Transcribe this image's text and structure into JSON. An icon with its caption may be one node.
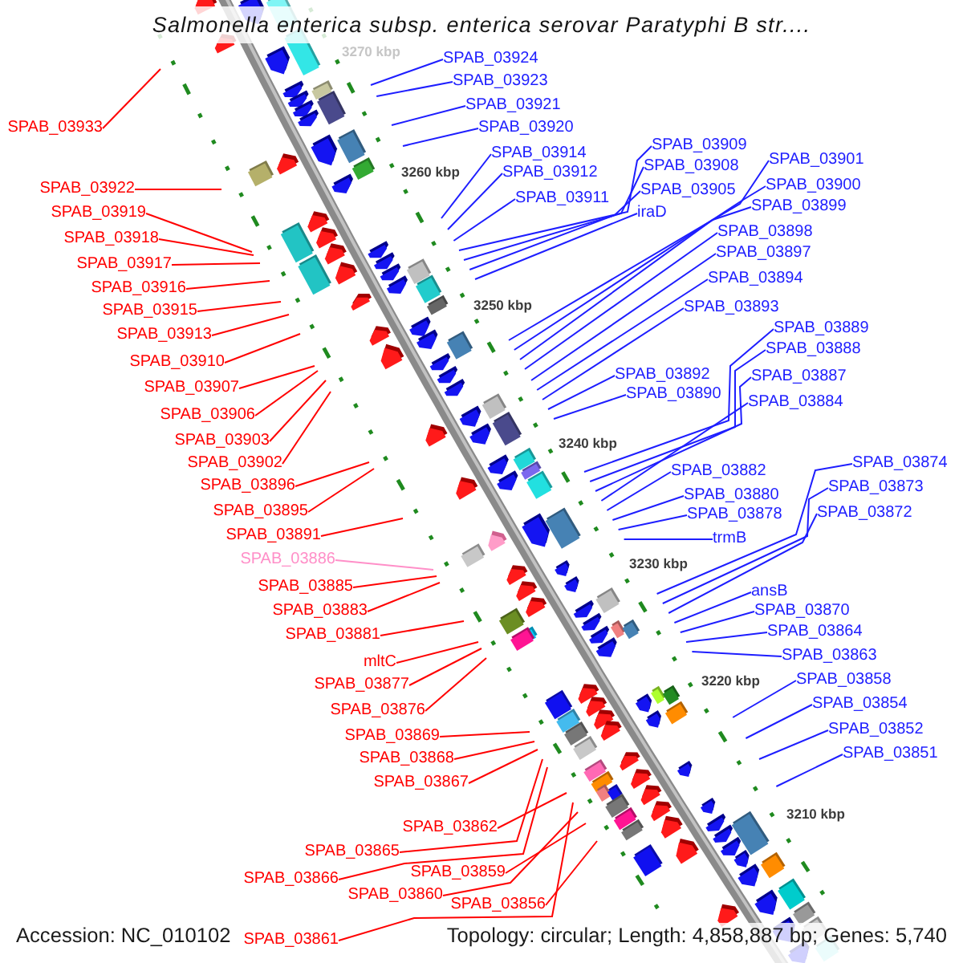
{
  "diagram": {
    "title": "Salmonella enterica subsp. enterica serovar Paratyphi B str....",
    "nodes": [
      {
        "text": [
          "SPAB_03924"
        ]
      },
      {
        "text": [
          "SPAB_03923"
        ]
      },
      {
        "text": [
          "SPAB_03921"
        ]
      },
      {
        "text": [
          "SPAB_03933"
        ]
      },
      {
        "text": [
          "SPAB_03920"
        ]
      },
      {
        "text": [
          "SPAB_03909"
        ]
      },
      {
        "text": [
          "SPAB_03914"
        ]
      },
      {
        "text": [
          "SPAB_03901"
        ]
      },
      {
        "text": [
          "SPAB_03908"
        ]
      },
      {
        "text": [
          "SPAB_03912"
        ]
      },
      {
        "text": [
          "SPAB_03900"
        ]
      },
      {
        "text": [
          "SPAB_03922"
        ]
      },
      {
        "text": [
          "SPAB_03905"
        ]
      },
      {
        "text": [
          "SPAB_03911"
        ]
      },
      {
        "text": [
          "SPAB_03899"
        ]
      },
      {
        "text": [
          "SPAB_03919"
        ]
      },
      {
        "text": [
          "iraD"
        ]
      },
      {
        "text": [
          "SPAB_03898"
        ]
      },
      {
        "text": [
          "SPAB_03918"
        ]
      },
      {
        "text": [
          "SPAB_03897"
        ]
      },
      {
        "text": [
          "SPAB_03917"
        ]
      },
      {
        "text": [
          "SPAB_03894"
        ]
      },
      {
        "text": [
          "SPAB_03916"
        ]
      },
      {
        "text": [
          "SPAB_03893"
        ]
      },
      {
        "text": [
          "SPAB_03915"
        ]
      },
      {
        "text": [
          "SPAB_03889"
        ]
      },
      {
        "text": [
          "SPAB_03913"
        ]
      },
      {
        "text": [
          "SPAB_03888"
        ]
      },
      {
        "text": [
          "SPAB_03910"
        ]
      },
      {
        "text": [
          "SPAB_03892"
        ]
      },
      {
        "text": [
          "SPAB_03887"
        ]
      },
      {
        "text": [
          "SPAB_03907"
        ]
      },
      {
        "text": [
          "SPAB_03890"
        ]
      },
      {
        "text": [
          "SPAB_03884"
        ]
      },
      {
        "text": [
          "SPAB_03906"
        ]
      },
      {
        "text": [
          "SPAB_03903"
        ]
      },
      {
        "text": [
          "SPAB_03902"
        ]
      },
      {
        "text": [
          "SPAB_03874"
        ]
      },
      {
        "text": [
          "SPAB_03882"
        ]
      },
      {
        "text": [
          "SPAB_03896"
        ]
      },
      {
        "text": [
          "SPAB_03873"
        ]
      },
      {
        "text": [
          "SPAB_03880"
        ]
      },
      {
        "text": [
          "SPAB_03895"
        ]
      },
      {
        "text": [
          "SPAB_03872"
        ]
      },
      {
        "text": [
          "SPAB_03878"
        ]
      },
      {
        "text": [
          "SPAB_03891"
        ]
      },
      {
        "text": [
          "trmB"
        ]
      },
      {
        "text": [
          "SPAB_03886"
        ]
      },
      {
        "text": [
          "SPAB_03885"
        ]
      },
      {
        "text": [
          "ansB"
        ]
      },
      {
        "text": [
          "SPAB_03883"
        ]
      },
      {
        "text": [
          "SPAB_03870"
        ]
      },
      {
        "text": [
          "SPAB_03864"
        ]
      },
      {
        "text": [
          "SPAB_03881"
        ]
      },
      {
        "text": [
          "SPAB_03863"
        ]
      },
      {
        "text": [
          "mltC"
        ]
      },
      {
        "text": [
          "SPAB_03858"
        ]
      },
      {
        "text": [
          "SPAB_03877"
        ]
      },
      {
        "text": [
          "SPAB_03854"
        ]
      },
      {
        "text": [
          "SPAB_03876"
        ]
      },
      {
        "text": [
          "SPAB_03852"
        ]
      },
      {
        "text": [
          "SPAB_03869"
        ]
      },
      {
        "text": [
          "SPAB_03851"
        ]
      },
      {
        "text": [
          "SPAB_03868"
        ]
      },
      {
        "text": [
          "SPAB_03867"
        ]
      },
      {
        "text": [
          "SPAB_03862"
        ]
      },
      {
        "text": [
          "SPAB_03865"
        ]
      },
      {
        "text": [
          "SPAB_03859"
        ]
      },
      {
        "text": [
          "SPAB_03866"
        ]
      },
      {
        "text": [
          "SPAB_03860"
        ]
      },
      {
        "text": [
          "SPAB_03856"
        ]
      },
      {
        "text": [
          "SPAB_03861"
        ]
      }
    ],
    "edges": [
      {
        "from": 0,
        "to": null,
        "arrow": "none"
      },
      {
        "from": 1,
        "to": null,
        "arrow": "none"
      },
      {
        "from": 2,
        "to": null,
        "arrow": "none"
      },
      {
        "from": 3,
        "to": null,
        "arrow": "none",
        "color": "#ff0000"
      },
      {
        "from": 4,
        "to": null,
        "arrow": "none"
      },
      {
        "from": 5,
        "to": null,
        "arrow": "none"
      },
      {
        "from": 6,
        "to": null,
        "arrow": "none"
      },
      {
        "from": 7,
        "to": null,
        "arrow": "none"
      },
      {
        "from": 8,
        "to": null,
        "arrow": "none"
      },
      {
        "from": 9,
        "to": null,
        "arrow": "none"
      },
      {
        "from": 10,
        "to": null,
        "arrow": "none"
      },
      {
        "from": 11,
        "to": null,
        "arrow": "none",
        "color": "#ff0000"
      },
      {
        "from": 12,
        "to": null,
        "arrow": "none"
      },
      {
        "from": 13,
        "to": null,
        "arrow": "none"
      },
      {
        "from": 14,
        "to": null,
        "arrow": "none"
      },
      {
        "from": 15,
        "to": null,
        "arrow": "none",
        "color": "#ff0000"
      },
      {
        "from": 16,
        "to": null,
        "arrow": "none"
      },
      {
        "from": 17,
        "to": null,
        "arrow": "none"
      },
      {
        "from": 18,
        "to": null,
        "arrow": "none",
        "color": "#ff0000"
      },
      {
        "from": 19,
        "to": null,
        "arrow": "none"
      },
      {
        "from": 20,
        "to": null,
        "arrow": "none",
        "color": "#ff0000"
      },
      {
        "from": 21,
        "to": null,
        "arrow": "none"
      },
      {
        "from": 22,
        "to": null,
        "arrow": "none",
        "color": "#ff0000"
      },
      {
        "from": 23,
        "to": null,
        "arrow": "none"
      },
      {
        "from": 24,
        "to": null,
        "arrow": "none",
        "color": "#ff0000"
      },
      {
        "from": 25,
        "to": null,
        "arrow": "none"
      },
      {
        "from": 26,
        "to": null,
        "arrow": "none",
        "color": "#ff0000"
      },
      {
        "from": 27,
        "to": null,
        "arrow": "none"
      },
      {
        "from": 28,
        "to": null,
        "arrow": "none",
        "color": "#ff0000"
      },
      {
        "from": 29,
        "to": null,
        "arrow": "none"
      },
      {
        "from": 30,
        "to": null,
        "arrow": "none"
      },
      {
        "from": 31,
        "to": null,
        "arrow": "none",
        "color": "#ff0000"
      },
      {
        "from": 32,
        "to": null,
        "arrow": "none"
      },
      {
        "from": 33,
        "to": null,
        "arrow": "none"
      },
      {
        "from": 34,
        "to": null,
        "arrow": "none",
        "color": "#ff0000"
      },
      {
        "from": 35,
        "to": null,
        "arrow": "none",
        "color": "#ff0000"
      },
      {
        "from": 36,
        "to": null,
        "arrow": "none",
        "color": "#ff0000"
      },
      {
        "from": 37,
        "to": null,
        "arrow": "none"
      },
      {
        "from": 38,
        "to": null,
        "arrow": "none"
      },
      {
        "from": 39,
        "to": null,
        "arrow": "none",
        "color": "#ff0000"
      },
      {
        "from": 40,
        "to": null,
        "arrow": "none"
      },
      {
        "from": 41,
        "to": null,
        "arrow": "none"
      },
      {
        "from": 42,
        "to": null,
        "arrow": "none",
        "color": "#ff0000"
      },
      {
        "from": 43,
        "to": null,
        "arrow": "none"
      },
      {
        "from": 44,
        "to": null,
        "arrow": "none"
      },
      {
        "from": 45,
        "to": null,
        "arrow": "none",
        "color": "#ff0000"
      },
      {
        "from": 46,
        "to": null,
        "arrow": "none"
      },
      {
        "from": 47,
        "to": null,
        "arrow": "none",
        "color": "#ff8fc8"
      },
      {
        "from": 48,
        "to": null,
        "arrow": "none",
        "color": "#ff0000"
      },
      {
        "from": 49,
        "to": null,
        "arrow": "none"
      },
      {
        "from": 50,
        "to": null,
        "arrow": "none",
        "color": "#ff0000"
      },
      {
        "from": 51,
        "to": null,
        "arrow": "none"
      },
      {
        "from": 52,
        "to": null,
        "arrow": "none"
      },
      {
        "from": 53,
        "to": null,
        "arrow": "none",
        "color": "#ff0000"
      },
      {
        "from": 54,
        "to": null,
        "arrow": "none"
      },
      {
        "from": 55,
        "to": null,
        "arrow": "none",
        "color": "#ff0000"
      },
      {
        "from": 56,
        "to": null,
        "arrow": "none"
      },
      {
        "from": 57,
        "to": null,
        "arrow": "none",
        "color": "#ff0000"
      },
      {
        "from": 58,
        "to": null,
        "arrow": "none"
      },
      {
        "from": 59,
        "to": null,
        "arrow": "none",
        "color": "#ff0000"
      },
      {
        "from": 60,
        "to": null,
        "arrow": "none"
      },
      {
        "from": 61,
        "to": null,
        "arrow": "none",
        "color": "#ff0000"
      },
      {
        "from": 62,
        "to": null,
        "arrow": "none"
      },
      {
        "from": 63,
        "to": null,
        "arrow": "none",
        "color": "#ff0000"
      },
      {
        "from": 64,
        "to": null,
        "arrow": "none",
        "color": "#ff0000"
      },
      {
        "from": 65,
        "to": null,
        "arrow": "none",
        "color": "#ff0000"
      },
      {
        "from": 66,
        "to": null,
        "arrow": "none",
        "color": "#ff0000"
      },
      {
        "from": 67,
        "to": null,
        "arrow": "none",
        "color": "#ff0000"
      },
      {
        "from": 68,
        "to": null,
        "arrow": "none",
        "color": "#ff0000"
      },
      {
        "from": 69,
        "to": null,
        "arrow": "none",
        "color": "#ff0000"
      },
      {
        "from": 70,
        "to": null,
        "arrow": "none",
        "color": "#ff0000"
      },
      {
        "from": 71,
        "to": null,
        "arrow": "none",
        "color": "#ff0000"
      }
    ],
    "labels": [
      "3270 kbp",
      "3260 kbp",
      "3250 kbp",
      "3240 kbp",
      "3230 kbp",
      "3220 kbp",
      "3210 kbp",
      "Accession: NC_010102",
      "Topology: circular; Length: 4,858,887 bp; Genes: 5,740"
    ]
  }
}
